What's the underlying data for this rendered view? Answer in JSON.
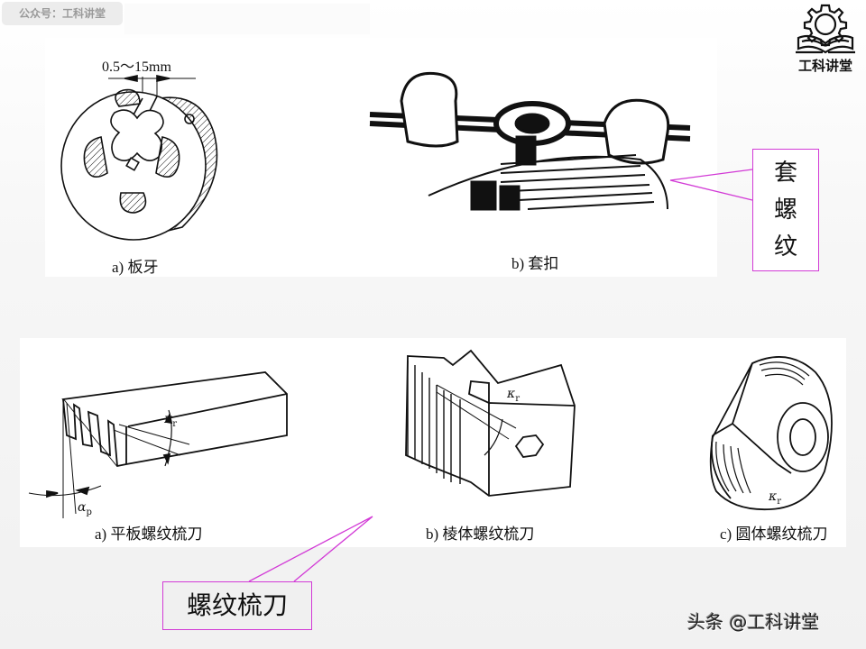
{
  "watermark": {
    "text": "公众号：工科讲堂"
  },
  "logo": {
    "icon": "gear-book-icon",
    "text": "工科讲堂"
  },
  "top_panel": {
    "figure_a": {
      "caption": "a) 板牙",
      "dimension": "0.5～15mm",
      "icon": "die-icon"
    },
    "figure_b": {
      "caption": "b) 套扣",
      "icon": "die-stock-threading-icon"
    }
  },
  "callout_top": {
    "chars": [
      "套",
      "螺",
      "纹"
    ],
    "text": "套螺纹",
    "border_color": "#d23ad6"
  },
  "bottom_panel": {
    "figure_a": {
      "caption": "a) 平板螺纹梳刀",
      "symbols": [
        "κr",
        "αp"
      ],
      "icon": "flat-chaser-icon"
    },
    "figure_b": {
      "caption": "b) 棱体螺纹梳刀",
      "symbols": [
        "κr"
      ],
      "icon": "prismatic-chaser-icon"
    },
    "figure_c": {
      "caption": "c) 圆体螺纹梳刀",
      "symbols": [
        "κr"
      ],
      "icon": "circular-chaser-icon"
    }
  },
  "callout_bottom": {
    "text": "螺纹梳刀",
    "border_color": "#d23ad6"
  },
  "footer": {
    "text": "头条 @工科讲堂"
  }
}
